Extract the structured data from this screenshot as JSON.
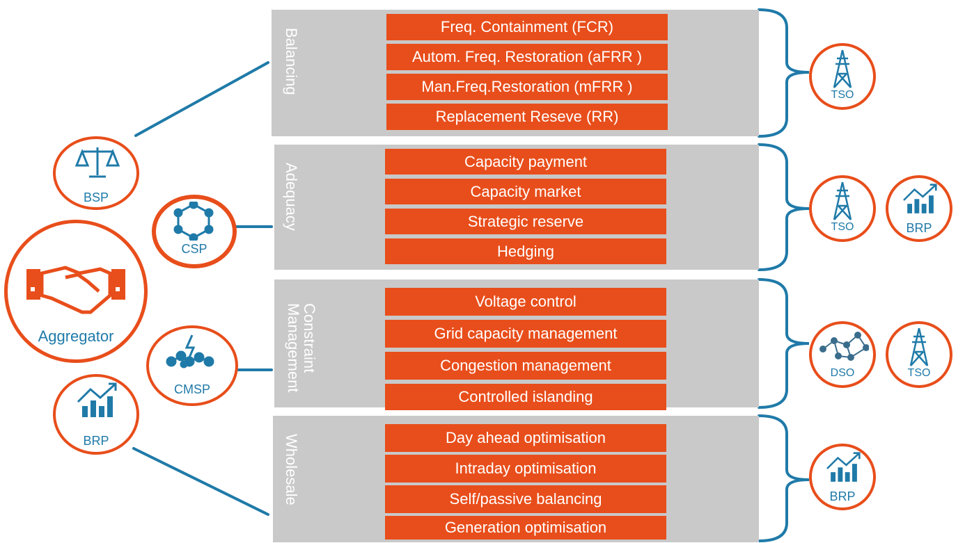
{
  "panels": [
    {
      "title": "Balancing",
      "items": [
        "Freq. Containment (FCR)",
        "Autom. Freq. Restoration (aFRR )",
        "Man.Freq.Restoration (mFRR )",
        "Replacement Reseve (RR)"
      ]
    },
    {
      "title": "Adequacy",
      "items": [
        "Capacity payment",
        "Capacity market",
        "Strategic reserve",
        "Hedging"
      ]
    },
    {
      "title_line1": "Constraint",
      "title_line2": "Management",
      "items": [
        "Voltage control",
        "Grid capacity management",
        "Congestion management",
        "Controlled islanding"
      ]
    },
    {
      "title": "Wholesale",
      "items": [
        "Day ahead optimisation",
        "Intraday optimisation",
        "Self/passive balancing",
        "Generation optimisation"
      ]
    }
  ],
  "left_roles": {
    "bsp": "BSP",
    "csp": "CSP",
    "aggregator": "Aggregator",
    "cmsp": "CMSP",
    "brp": "BRP"
  },
  "right_roles": {
    "balancing": [
      "TSO"
    ],
    "adequacy": [
      "TSO",
      "BRP"
    ],
    "constraint": [
      "DSO",
      "TSO"
    ],
    "wholesale": [
      "BRP"
    ]
  },
  "colors": {
    "accent": "#e84e1b",
    "panel": "#c9c9c9",
    "line": "#1f7aa8"
  },
  "icons": [
    "scales-icon",
    "network-ring-icon",
    "handshake-icon",
    "lightning-network-icon",
    "bar-chart-icon",
    "pylon-icon",
    "grid-network-icon"
  ]
}
